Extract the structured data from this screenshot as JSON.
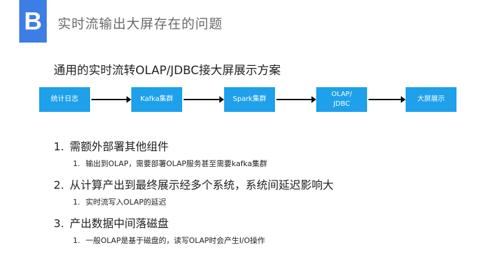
{
  "header": {
    "badge": "B",
    "title": "实时流输出大屏存在的问题"
  },
  "subtitle": "通用的实时流转OLAP/JDBC接大屏展示方案",
  "flow": {
    "steps": [
      "统计日志",
      "Kafka集群",
      "Spark集群",
      "OLAP/\nJDBC",
      "大屏展示"
    ],
    "box_color": "#1ea0ea"
  },
  "issues": [
    {
      "number": "1.",
      "text": "需额外部署其他组件",
      "sub_number": "1.",
      "sub_text": "输出到OLAP，需要部署OLAP服务甚至需要kafka集群"
    },
    {
      "number": "2.",
      "text": "从计算产出到最终展示经多个系统，系统间延迟影响大",
      "sub_number": "1.",
      "sub_text": "实时流写入OLAP的延迟"
    },
    {
      "number": "3.",
      "text": "产出数据中间落磁盘",
      "sub_number": "1.",
      "sub_text": "一般OLAP是基于磁盘的，读写OLAP时会产生I/O操作"
    }
  ],
  "accent_color": "#3d7de6"
}
